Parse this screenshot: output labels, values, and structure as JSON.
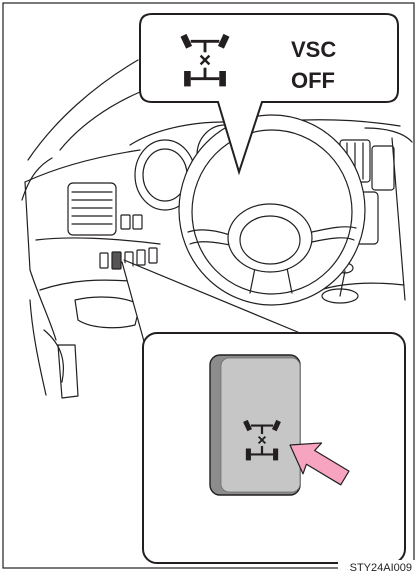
{
  "callout_top": {
    "line1": "VSC",
    "line2": "OFF",
    "icon": "vsc-off-icon"
  },
  "callout_bottom": {
    "switch_icon": "vsc-off-icon",
    "pointer": "press-arrow-icon"
  },
  "figure_code": "STY24AI009",
  "colors": {
    "line": "#231f20",
    "arrow_fill": "#f6a4c0",
    "switch_body": "#8c8c8c",
    "switch_face": "#c6c6c6",
    "highlighted_switch": "#555555"
  }
}
